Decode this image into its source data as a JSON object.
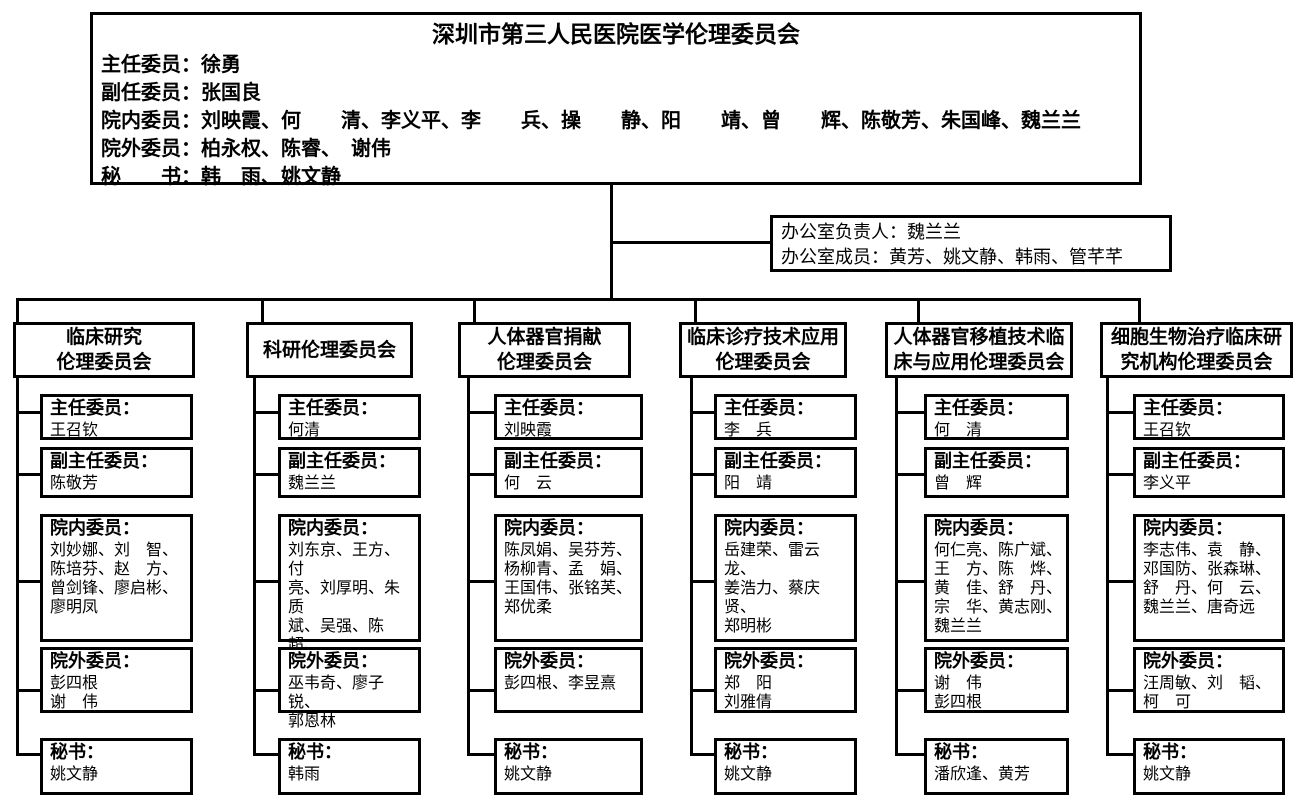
{
  "main_committee": {
    "title": "深圳市第三人民医院医学伦理委员会",
    "rows": [
      "主任委员：徐勇",
      "副任委员：张国良",
      "院内委员：刘映霞、何　　清、李义平、李　　兵、操　　静、阳　　靖、曾　　辉、陈敬芳、朱国峰、魏兰兰",
      "院外委员：柏永权、陈睿、　谢伟",
      "秘　　书：韩　雨、姚文静"
    ]
  },
  "office": {
    "line1": "办公室负责人：魏兰兰",
    "line2": "办公室成员：黄芳、姚文静、韩雨、管芊芊"
  },
  "subcommittees": [
    {
      "name": "临床研究\n伦理委员会",
      "sections": [
        {
          "label": "主任委员：",
          "members": "王召钦"
        },
        {
          "label": "副主任委员：",
          "members": "陈敬芳"
        },
        {
          "label": "院内委员：",
          "members": "刘妙娜、刘　智、\n陈培芬、赵　方、\n曾剑锋、廖启彬、\n廖明凤"
        },
        {
          "label": "院外委员：",
          "members": "彭四根\n谢　伟"
        },
        {
          "label": "秘书：",
          "members": "姚文静"
        }
      ]
    },
    {
      "name": "科研伦理委员会",
      "sections": [
        {
          "label": "主任委员：",
          "members": "何清"
        },
        {
          "label": "副主任委员：",
          "members": "魏兰兰"
        },
        {
          "label": "院内委员：",
          "members": "刘东京、王方、付\n亮、刘厚明、朱质\n斌、吴强、陈超、\n刘威龙"
        },
        {
          "label": "院外委员：",
          "members": "巫韦奇、廖子锐、\n郭恩林"
        },
        {
          "label": "秘书：",
          "members": "韩雨"
        }
      ]
    },
    {
      "name": "人体器官捐献\n伦理委员会",
      "sections": [
        {
          "label": "主任委员：",
          "members": "刘映霞"
        },
        {
          "label": "副主任委员：",
          "members": "何　云"
        },
        {
          "label": "院内委员：",
          "members": "陈凤娟、吴芬芳、\n杨柳青、孟　娟、\n王国伟、张铭芙、\n郑优柔"
        },
        {
          "label": "院外委员：",
          "members": "彭四根、李昱熹"
        },
        {
          "label": "秘书：",
          "members": "姚文静"
        }
      ]
    },
    {
      "name": "临床诊疗技术应用\n伦理委员会",
      "sections": [
        {
          "label": "主任委员：",
          "members": "李　兵"
        },
        {
          "label": "副主任委员：",
          "members": "阳　靖"
        },
        {
          "label": "院内委员：",
          "members": "岳建荣、雷云龙、\n姜浩力、蔡庆贤、\n郑明彬"
        },
        {
          "label": "院外委员：",
          "members": "郑　阳\n刘雅倩"
        },
        {
          "label": "秘书：",
          "members": "姚文静"
        }
      ]
    },
    {
      "name": "人体器官移植技术临\n床与应用伦理委员会",
      "sections": [
        {
          "label": "主任委员：",
          "members": "何　清"
        },
        {
          "label": "副主任委员：",
          "members": "曾　辉"
        },
        {
          "label": "院内委员：",
          "members": "何仁亮、陈广斌、\n王　方、陈　烨、\n黄　佳、舒　丹、\n宗　华、黄志刚、\n魏兰兰"
        },
        {
          "label": "院外委员：",
          "members": "谢　伟\n彭四根"
        },
        {
          "label": "秘书：",
          "members": "潘欣逢、黄芳"
        }
      ]
    },
    {
      "name": "细胞生物治疗临床研\n究机构伦理委员会",
      "sections": [
        {
          "label": "主任委员：",
          "members": "王召钦"
        },
        {
          "label": "副主任委员：",
          "members": "李义平"
        },
        {
          "label": "院内委员：",
          "members": "李志伟、袁　静、\n邓国防、张森琳、\n舒　丹、何　云、\n魏兰兰、唐奇远"
        },
        {
          "label": "院外委员：",
          "members": "汪周敏、刘　韬、\n柯　可"
        },
        {
          "label": "秘书：",
          "members": "姚文静"
        }
      ]
    }
  ]
}
